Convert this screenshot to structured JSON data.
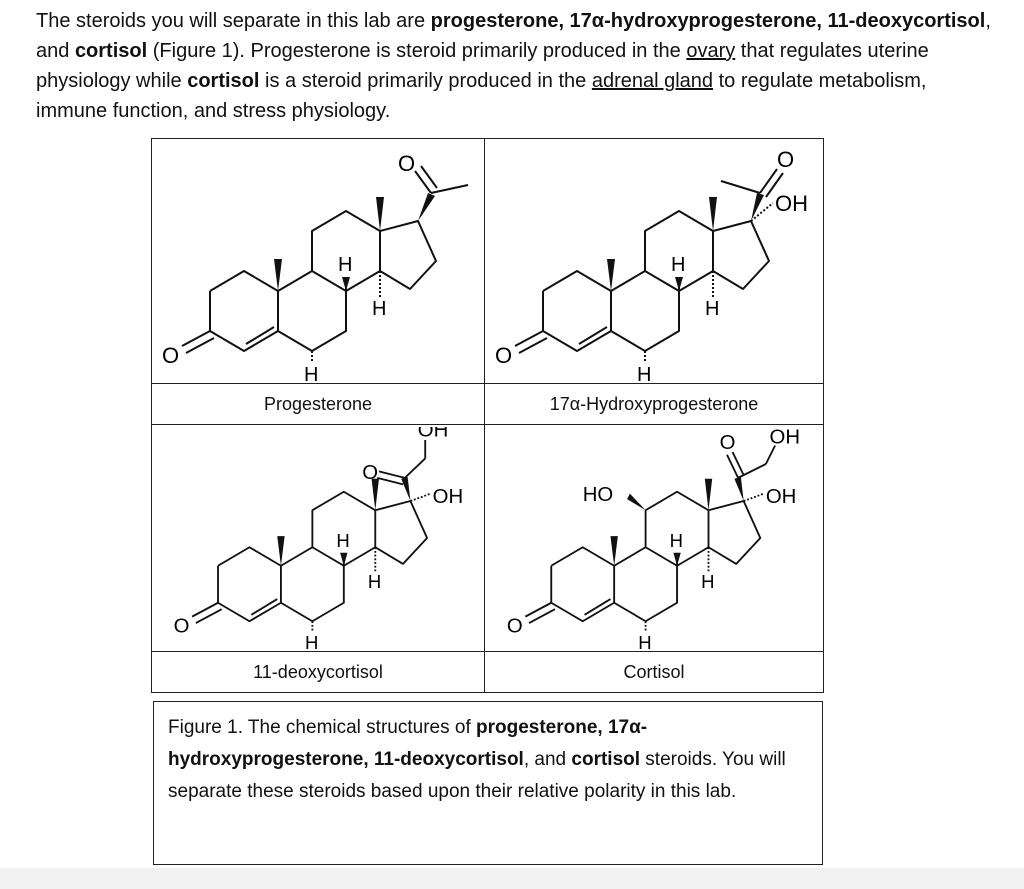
{
  "intro": {
    "p1": "The steroids you will separate in this lab are ",
    "c1": "progesterone, 17α-hydroxyprogesterone, 11-deoxycortisol",
    "p2": ", and ",
    "c2": "cortisol",
    "p3": " (Figure 1). Progesterone is steroid primarily produced in the ",
    "link_ovary": "ovary",
    "p4": " that regulates uterine physiology while ",
    "c3": "cortisol",
    "p5": " is a steroid primarily produced in the ",
    "link_adrenal": "adrenal gland",
    "p6": " to regulate metabolism, immune function, and stress physiology."
  },
  "figure": {
    "labels": [
      "Progesterone",
      "17α-Hydroxyprogesterone",
      "11-deoxycortisol",
      "Cortisol"
    ],
    "atoms": {
      "o": "O",
      "h": "H",
      "oh": "OH",
      "ho": "HO"
    }
  },
  "caption": {
    "p1": "Figure 1. The chemical structures of ",
    "b1": "progesterone, 17α-hydroxyprogesterone, 11-deoxycortisol",
    "p2": ", and ",
    "b2": "cortisol",
    "p3": " steroids. You will separate these steroids based upon their relative polarity in this lab."
  }
}
